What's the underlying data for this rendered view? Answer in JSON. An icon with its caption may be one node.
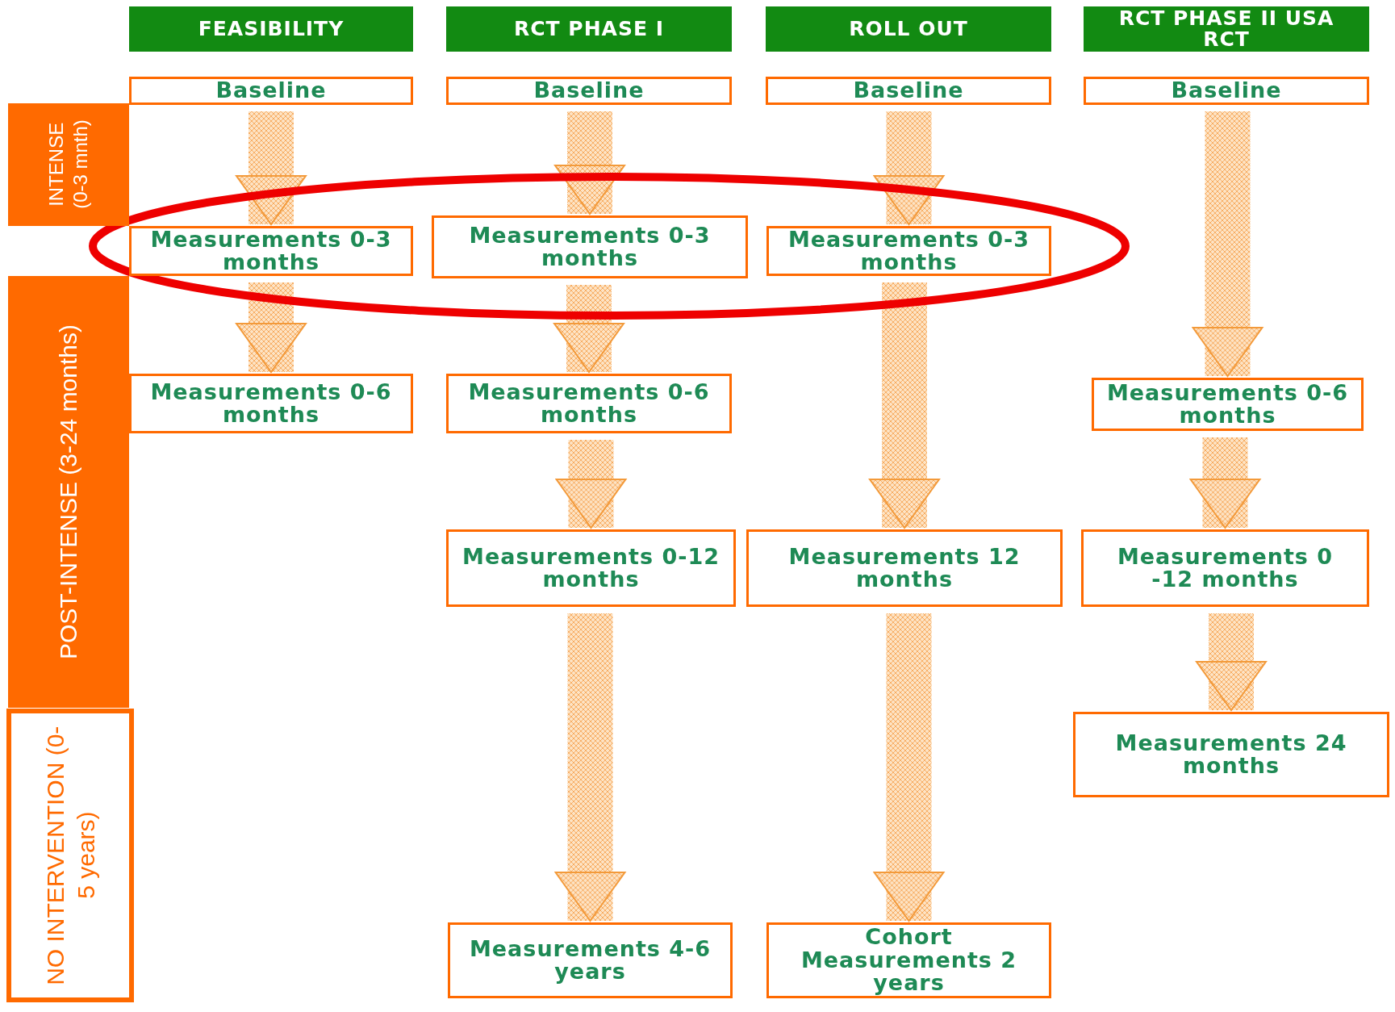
{
  "diagram": {
    "nodes": [
      {
        "text": [
          "FEASIBILITY"
        ]
      },
      {
        "text": [
          "RCT PHASE I"
        ]
      },
      {
        "text": [
          "ROLL OUT"
        ]
      },
      {
        "text": [
          "RCT PHASE II USA RCT"
        ]
      },
      {
        "text": [
          "INTENSE (0-3 mnth)"
        ]
      },
      {
        "text": [
          "POST-INTENSE (3-24 months)"
        ]
      },
      {
        "text": [
          "NO INTERVENTION (0-5 years)"
        ]
      },
      {
        "text": [
          "Baseline"
        ]
      },
      {
        "text": [
          "Baseline"
        ]
      },
      {
        "text": [
          "Baseline"
        ]
      },
      {
        "text": [
          "Baseline"
        ]
      },
      {
        "text": [
          "Measurements 0-3 months"
        ]
      },
      {
        "text": [
          "Measurements 0-3 months"
        ]
      },
      {
        "text": [
          "Measurements 0-3 months"
        ]
      },
      {
        "text": [
          "Measurements 0-6 months"
        ]
      },
      {
        "text": [
          "Measurements 0-6 months"
        ]
      },
      {
        "text": [
          "Measurements 0-6 months"
        ]
      },
      {
        "text": [
          "Measurements 0-12 months"
        ]
      },
      {
        "text": [
          "Measurements 12 months"
        ]
      },
      {
        "text": [
          "Measurements 0 -12 months"
        ]
      },
      {
        "text": [
          "Measurements 24 months"
        ]
      },
      {
        "text": [
          "Measurements 4-6 years"
        ]
      },
      {
        "text": [
          "Cohort Measurements 2 years"
        ]
      }
    ],
    "edges": [
      {
        "from": 7,
        "to": 11,
        "arrow": "to"
      },
      {
        "from": 11,
        "to": 14,
        "arrow": "to"
      },
      {
        "from": 8,
        "to": 12,
        "arrow": "to"
      },
      {
        "from": 12,
        "to": 15,
        "arrow": "to"
      },
      {
        "from": 15,
        "to": 17,
        "arrow": "to"
      },
      {
        "from": 17,
        "to": 21,
        "arrow": "to"
      },
      {
        "from": 9,
        "to": 13,
        "arrow": "to"
      },
      {
        "from": 13,
        "to": 18,
        "arrow": "to"
      },
      {
        "from": 18,
        "to": 22,
        "arrow": "to"
      },
      {
        "from": 10,
        "to": 16,
        "arrow": "to"
      },
      {
        "from": 16,
        "to": 19,
        "arrow": "to"
      },
      {
        "from": 19,
        "to": 20,
        "arrow": "to"
      }
    ]
  }
}
